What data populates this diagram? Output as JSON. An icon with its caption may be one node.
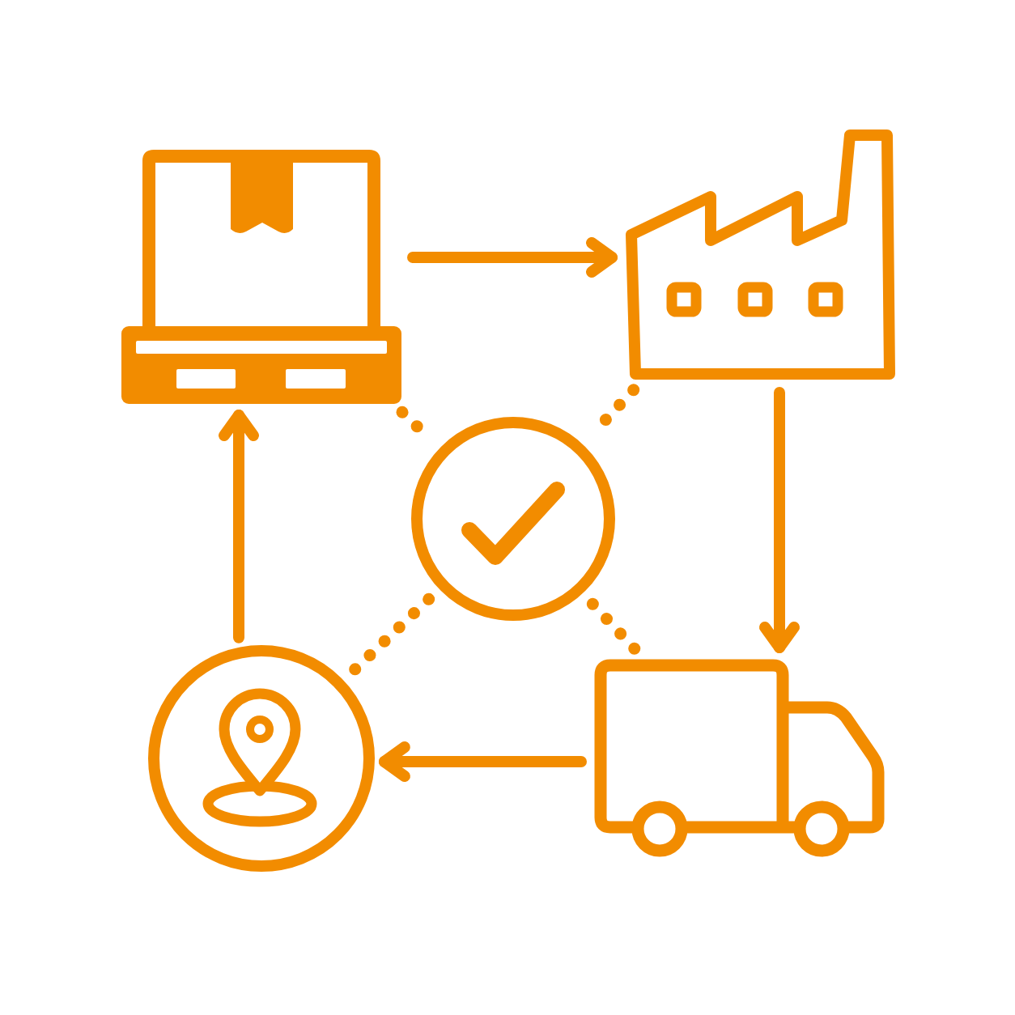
{
  "diagram": {
    "nodes": [
      {
        "text": [],
        "shape": "picture"
      },
      {
        "text": [],
        "shape": "picture"
      },
      {
        "text": [],
        "shape": "picture"
      },
      {
        "text": [],
        "shape": "circle"
      },
      {
        "text": [],
        "shape": "circle"
      }
    ],
    "edges": [
      {
        "from": 0,
        "to": 1,
        "arrow": "to"
      },
      {
        "from": 1,
        "to": 2,
        "arrow": "to"
      },
      {
        "from": 2,
        "to": 3,
        "arrow": "to"
      },
      {
        "from": 3,
        "to": 0,
        "arrow": "to"
      },
      {
        "from": 0,
        "to": 4,
        "arrow": "none",
        "style": "dashed"
      },
      {
        "from": 1,
        "to": 4,
        "arrow": "none",
        "style": "dashed"
      },
      {
        "from": 4,
        "to": 2,
        "arrow": "none",
        "style": "dashed"
      },
      {
        "from": 4,
        "to": 3,
        "arrow": "none",
        "style": "dashed"
      }
    ]
  }
}
